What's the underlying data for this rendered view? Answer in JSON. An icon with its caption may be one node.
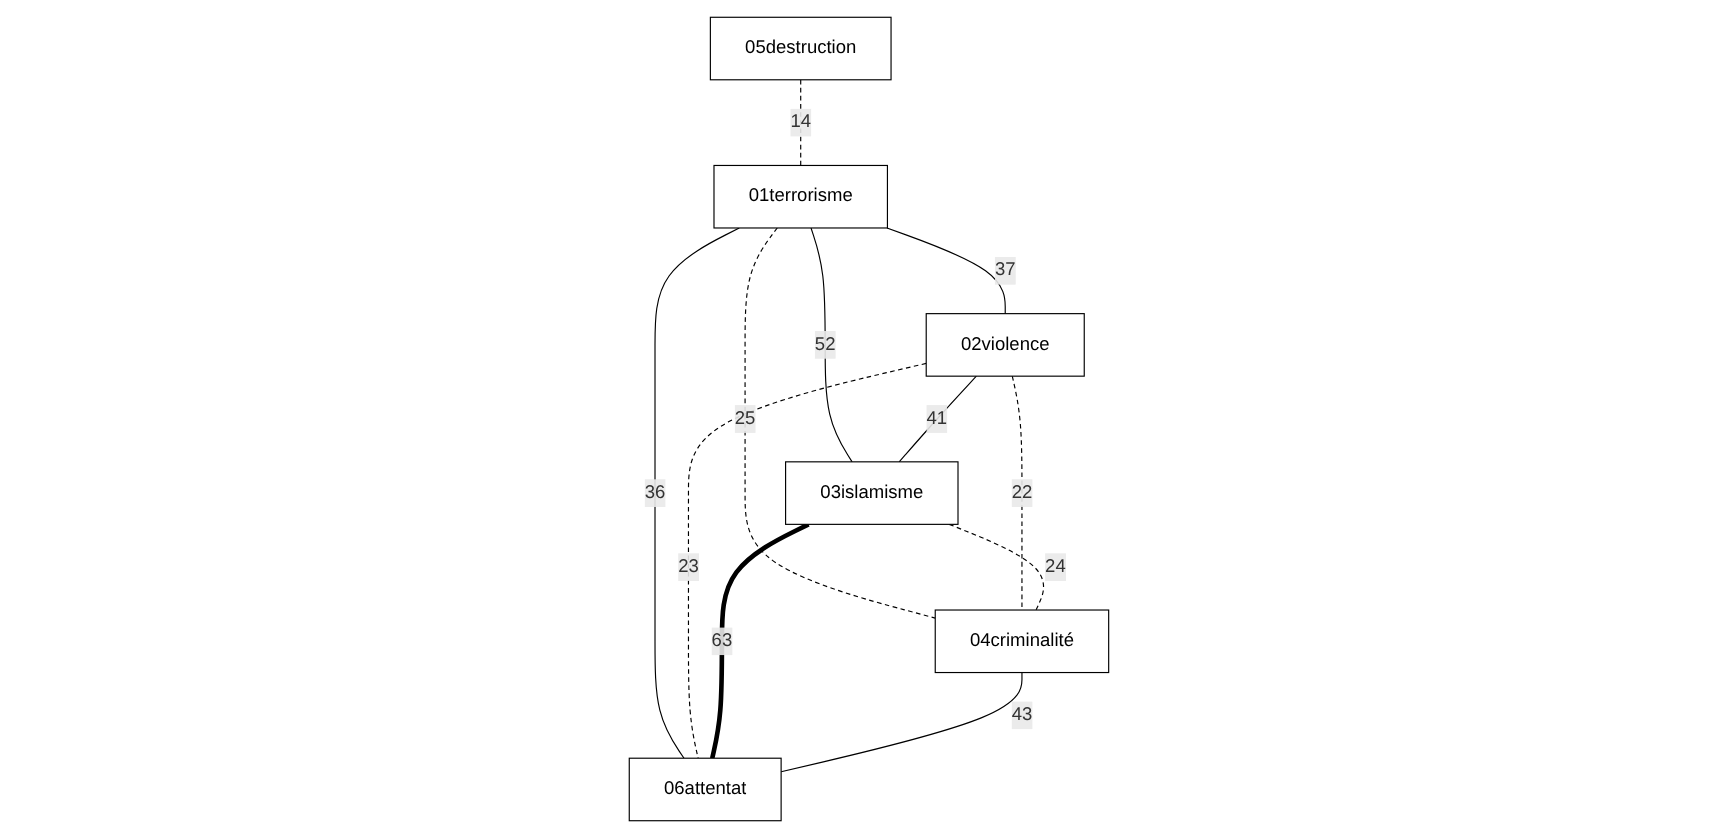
{
  "diagram": {
    "nodes": [
      {
        "text": [
          "05destruction"
        ]
      },
      {
        "text": [
          "01terrorisme"
        ]
      },
      {
        "text": [
          "02violence"
        ]
      },
      {
        "text": [
          "03islamisme"
        ]
      },
      {
        "text": [
          "04criminalité"
        ]
      },
      {
        "text": [
          "06attentat"
        ]
      }
    ],
    "edges": [
      {
        "from": 0,
        "to": 1,
        "arrow": "none",
        "label": "14",
        "style": "dashed"
      },
      {
        "from": 1,
        "to": 2,
        "arrow": "none",
        "label": "37"
      },
      {
        "from": 1,
        "to": 3,
        "arrow": "none",
        "label": "52"
      },
      {
        "from": 2,
        "to": 3,
        "arrow": "none",
        "label": "41"
      },
      {
        "from": 1,
        "to": 4,
        "arrow": "none",
        "label": "25",
        "style": "dashed"
      },
      {
        "from": 1,
        "to": 5,
        "arrow": "none",
        "label": "36"
      },
      {
        "from": 2,
        "to": 4,
        "arrow": "none",
        "label": "22",
        "style": "dashed"
      },
      {
        "from": 2,
        "to": 5,
        "arrow": "none",
        "label": "23",
        "style": "dashed"
      },
      {
        "from": 3,
        "to": 4,
        "arrow": "none",
        "label": "24",
        "style": "dashed"
      },
      {
        "from": 3,
        "to": 5,
        "arrow": "none",
        "label": "63",
        "style": "thick"
      },
      {
        "from": 4,
        "to": 5,
        "arrow": "none",
        "label": "43"
      }
    ]
  }
}
